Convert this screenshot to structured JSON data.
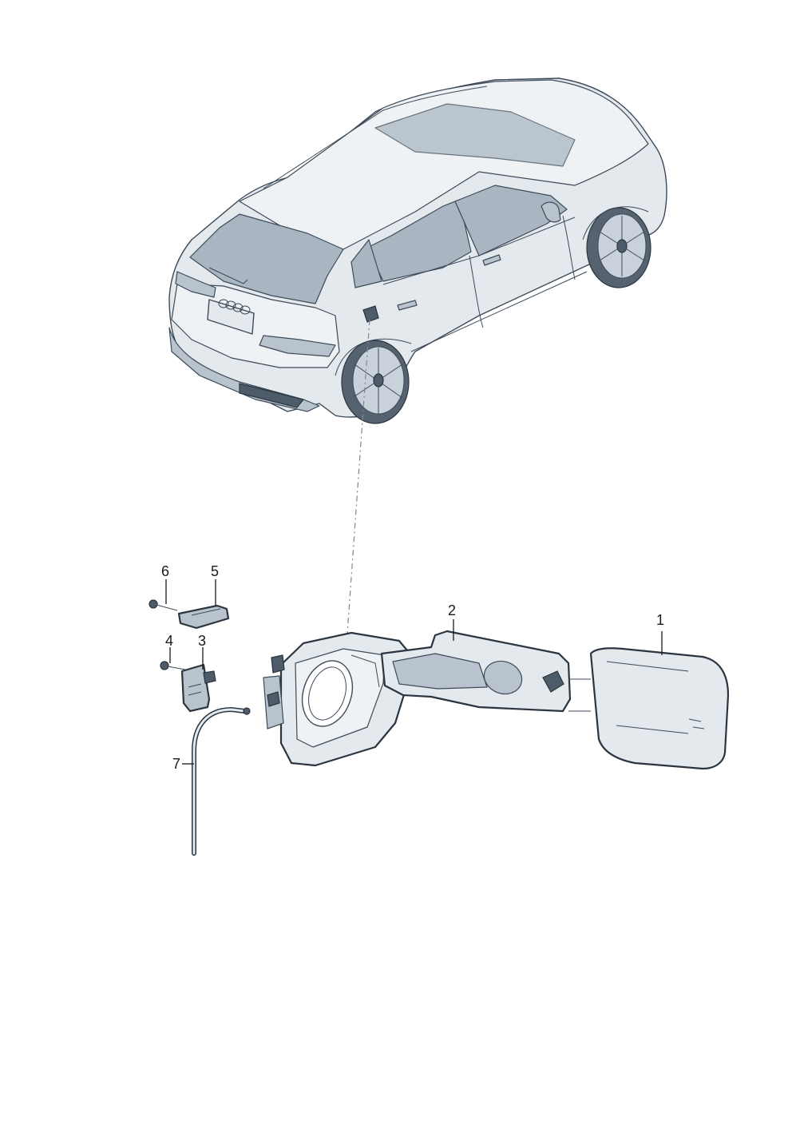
{
  "callouts": [
    {
      "id": "1",
      "label": "1"
    },
    {
      "id": "2",
      "label": "2"
    },
    {
      "id": "3",
      "label": "3"
    },
    {
      "id": "4",
      "label": "4"
    },
    {
      "id": "5",
      "label": "5"
    },
    {
      "id": "6",
      "label": "6"
    },
    {
      "id": "7",
      "label": "7"
    }
  ],
  "vehicle_logo": "audi-four-rings-icon",
  "colors": {
    "body": "#e4e9ee",
    "outline": "#3d4a58",
    "glass": "#a9b6c2",
    "dashed_link": "#7a8896"
  }
}
